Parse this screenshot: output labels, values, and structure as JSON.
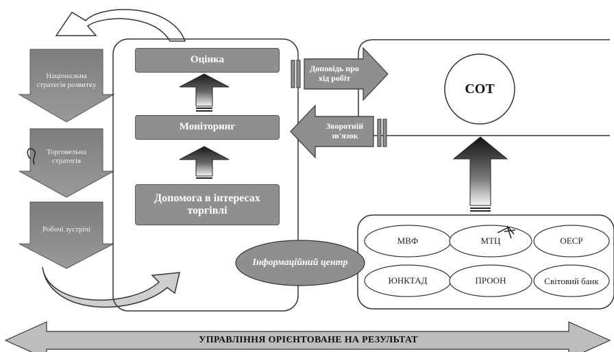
{
  "left_column": [
    "Національна стратегія розвитку",
    "Торговельна стратегія",
    "Робочі зустрічі"
  ],
  "center_boxes": {
    "evaluation": "Оцінка",
    "monitoring": "Моніторинг",
    "trade_aid": "Допомога в інтересах торгівлі"
  },
  "arrows": {
    "progress_report": "Доповідь про хід робіт",
    "feedback": "Зворотній зв'язок"
  },
  "info_center": "Інформаційний центр",
  "sot": "СОТ",
  "organizations": [
    "МВФ",
    "МТЦ",
    "ОЕСР",
    "ЮНКТАД",
    "ПРООН",
    "Світовий банк"
  ],
  "bottom_banner": "УПРАВЛІННЯ ОРІЄНТОВАНЕ НА РЕЗУЛЬТАТ",
  "colors": {
    "shape_fill": "#8f8f8f",
    "outline": "#333333",
    "arrow_dark": "#222222"
  }
}
